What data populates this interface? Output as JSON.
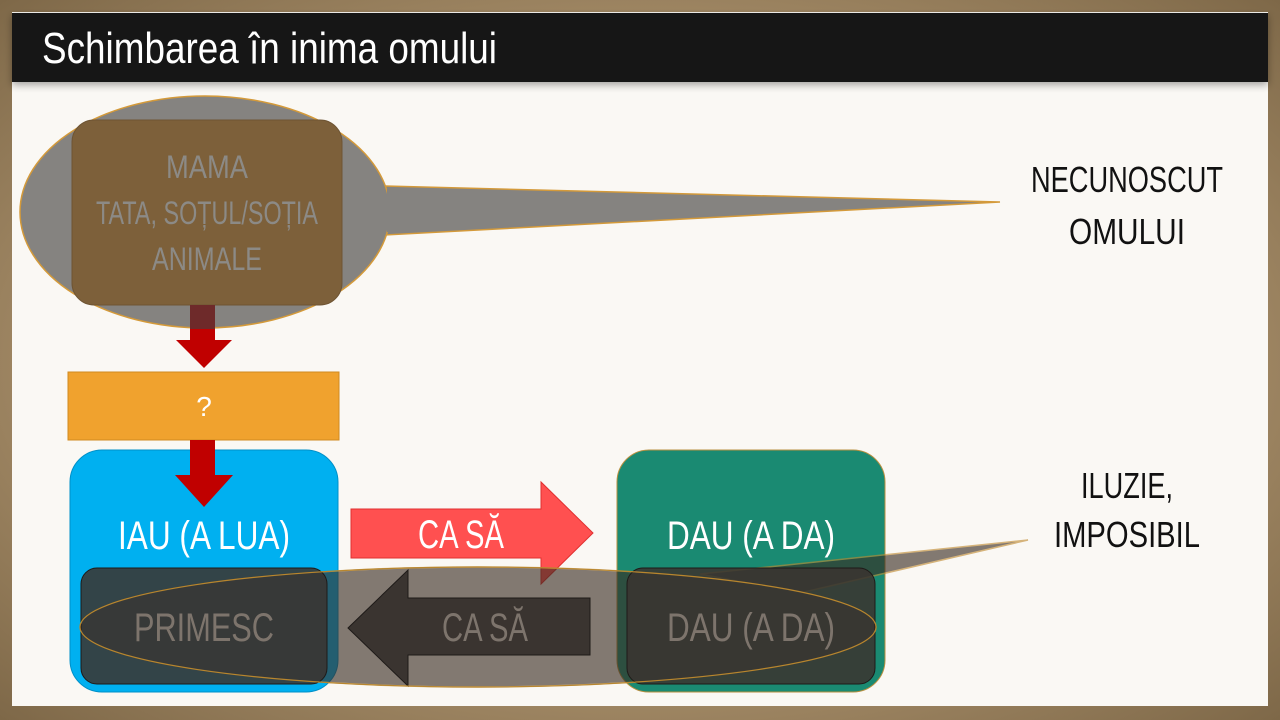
{
  "slide": {
    "title": "Schimbarea în inima omului",
    "callout_top": {
      "box_lines": [
        "MAMA",
        "TATA, SOȚUL/SOȚIA",
        "ANIMALE"
      ],
      "label_lines": [
        "NECUNOSCUT",
        "OMULUI"
      ]
    },
    "question_box": "?",
    "left_box": "IAU (A LUA)",
    "right_box": "DAU (A DA)",
    "arrow_right": "CA SĂ",
    "arrow_left": "CA SĂ",
    "bottom_left_box": "PRIMESC",
    "bottom_right_box": "DAU (A DA)",
    "callout_bottom": {
      "label_lines": [
        "ILUZIE,",
        "IMPOSIBIL"
      ]
    }
  },
  "colors": {
    "title_bar": "#151515",
    "slide_bg": "#faf8f4",
    "brown_box": "#7d603a",
    "orange_box": "#f0a22e",
    "blue_box": "#00b0f0",
    "teal_box": "#1a8a72",
    "red_arrow": "#c00000",
    "light_red_arrow": "#ff5050",
    "dark_box": "#3a3430"
  }
}
